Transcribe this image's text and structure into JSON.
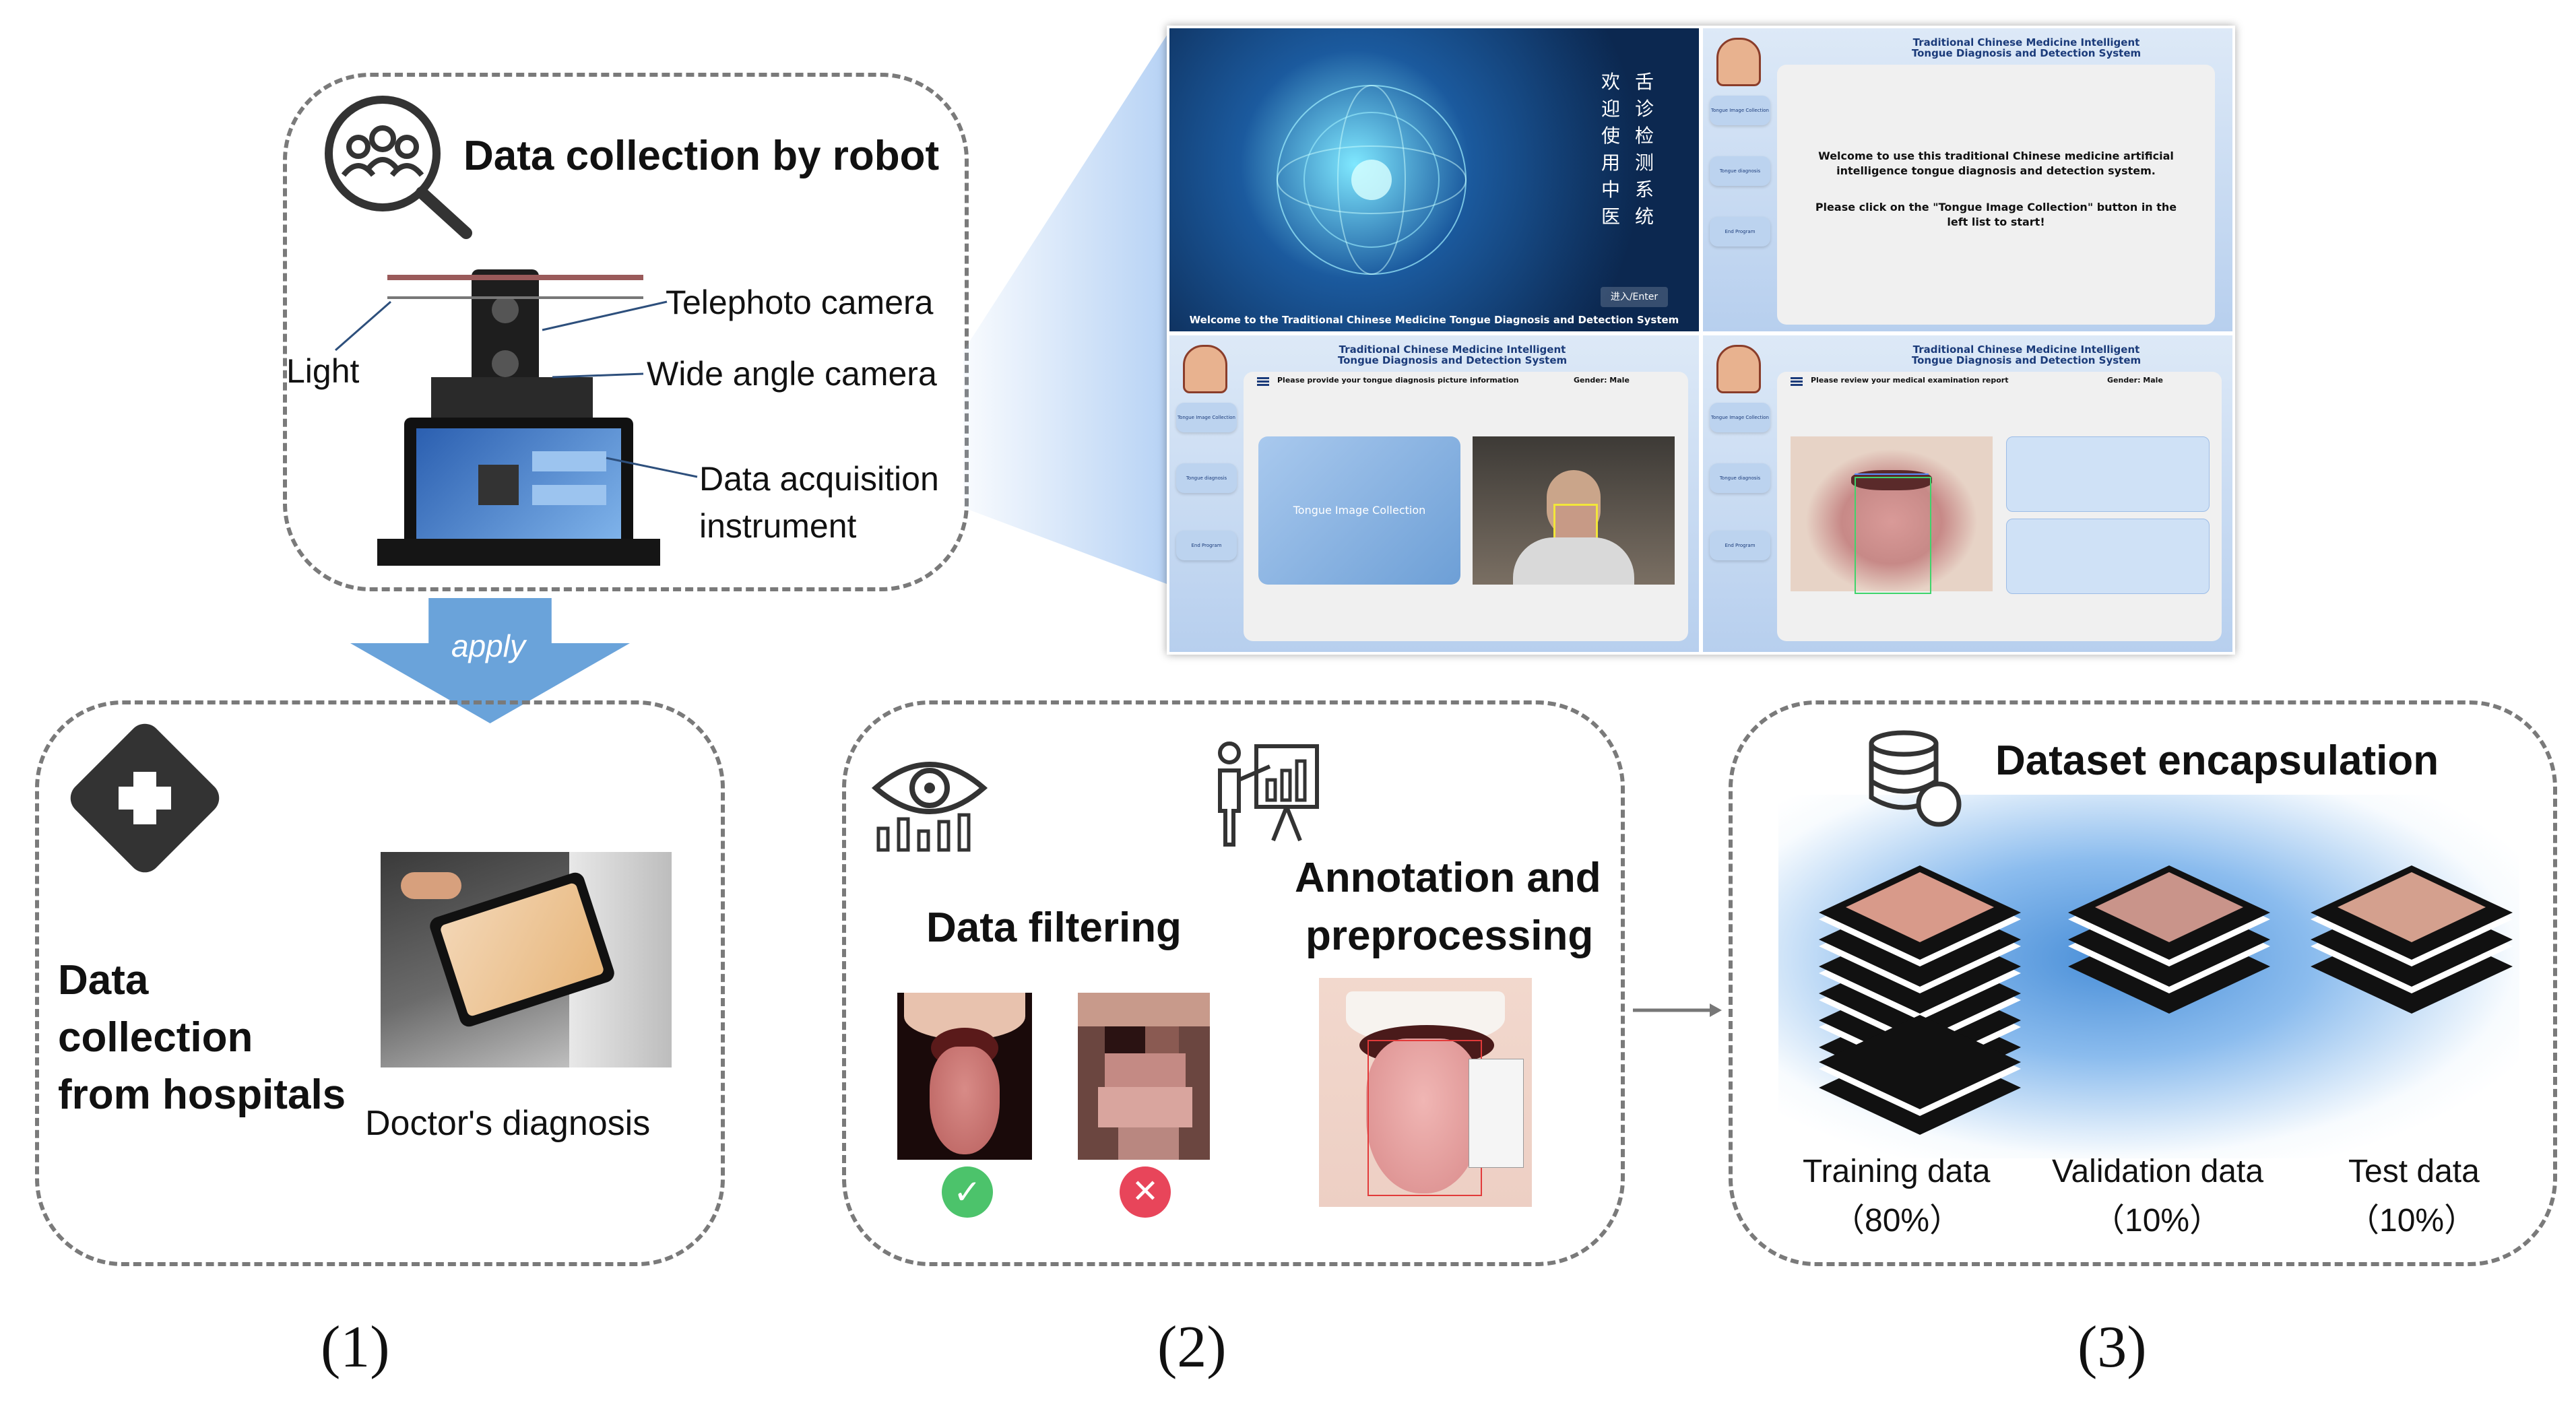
{
  "top": {
    "robot_title": "Data collection by robot",
    "labels": {
      "light": "Light",
      "telephoto": "Telephoto camera",
      "wide": "Wide angle camera",
      "daq_line1": "Data acquisition",
      "daq_line2": "instrument"
    },
    "apply": "apply"
  },
  "screens": {
    "welcome_caption": "Welcome to the Traditional Chinese Medicine Tongue Diagnosis and Detection System",
    "chinese_col1": [
      "欢",
      "迎",
      "使",
      "用",
      "中",
      "医"
    ],
    "chinese_col2": [
      "舌",
      "诊",
      "检",
      "测",
      "系",
      "统"
    ],
    "enter": "进入/Enter",
    "system_title_1": "Traditional Chinese Medicine Intelligent",
    "system_title_2": "Tongue Diagnosis and Detection System",
    "welcome_msg_1": "Welcome to use this traditional Chinese medicine artificial",
    "welcome_msg_2": "intelligence tongue diagnosis and detection system.",
    "welcome_msg_3": "Please click on the \"Tongue Image Collection\" button in the",
    "welcome_msg_4": "left list to start!",
    "side_btn_collect": "Tongue Image Collection",
    "side_btn_diag": "Tongue diagnosis",
    "side_btn_end": "End Program",
    "provide_info": "Please provide your tongue diagnosis picture information",
    "gender": "Gender: Male",
    "collection_btn": "Tongue Image Collection",
    "review_report": "Please review your medical examination report"
  },
  "panel1": {
    "title_l1": "Data",
    "title_l2": "collection",
    "title_l3": "from hospitals",
    "caption": "Doctor's diagnosis",
    "number": "(1)"
  },
  "panel2": {
    "filtering": "Data filtering",
    "annot_l1": "Annotation and",
    "annot_l2": "preprocessing",
    "number": "(2)"
  },
  "panel3": {
    "title": "Dataset encapsulation",
    "train": "Training data",
    "train_pct": "（80%）",
    "val": "Validation data",
    "val_pct": "（10%）",
    "test": "Test data",
    "test_pct": "（10%）",
    "number": "(3)"
  },
  "colors": {
    "dash": "#7a7a7a",
    "arrow": "#5b9bd5",
    "check": "#4cc36b",
    "cross": "#e8455a",
    "screen_blue": "#c9dcf3"
  }
}
